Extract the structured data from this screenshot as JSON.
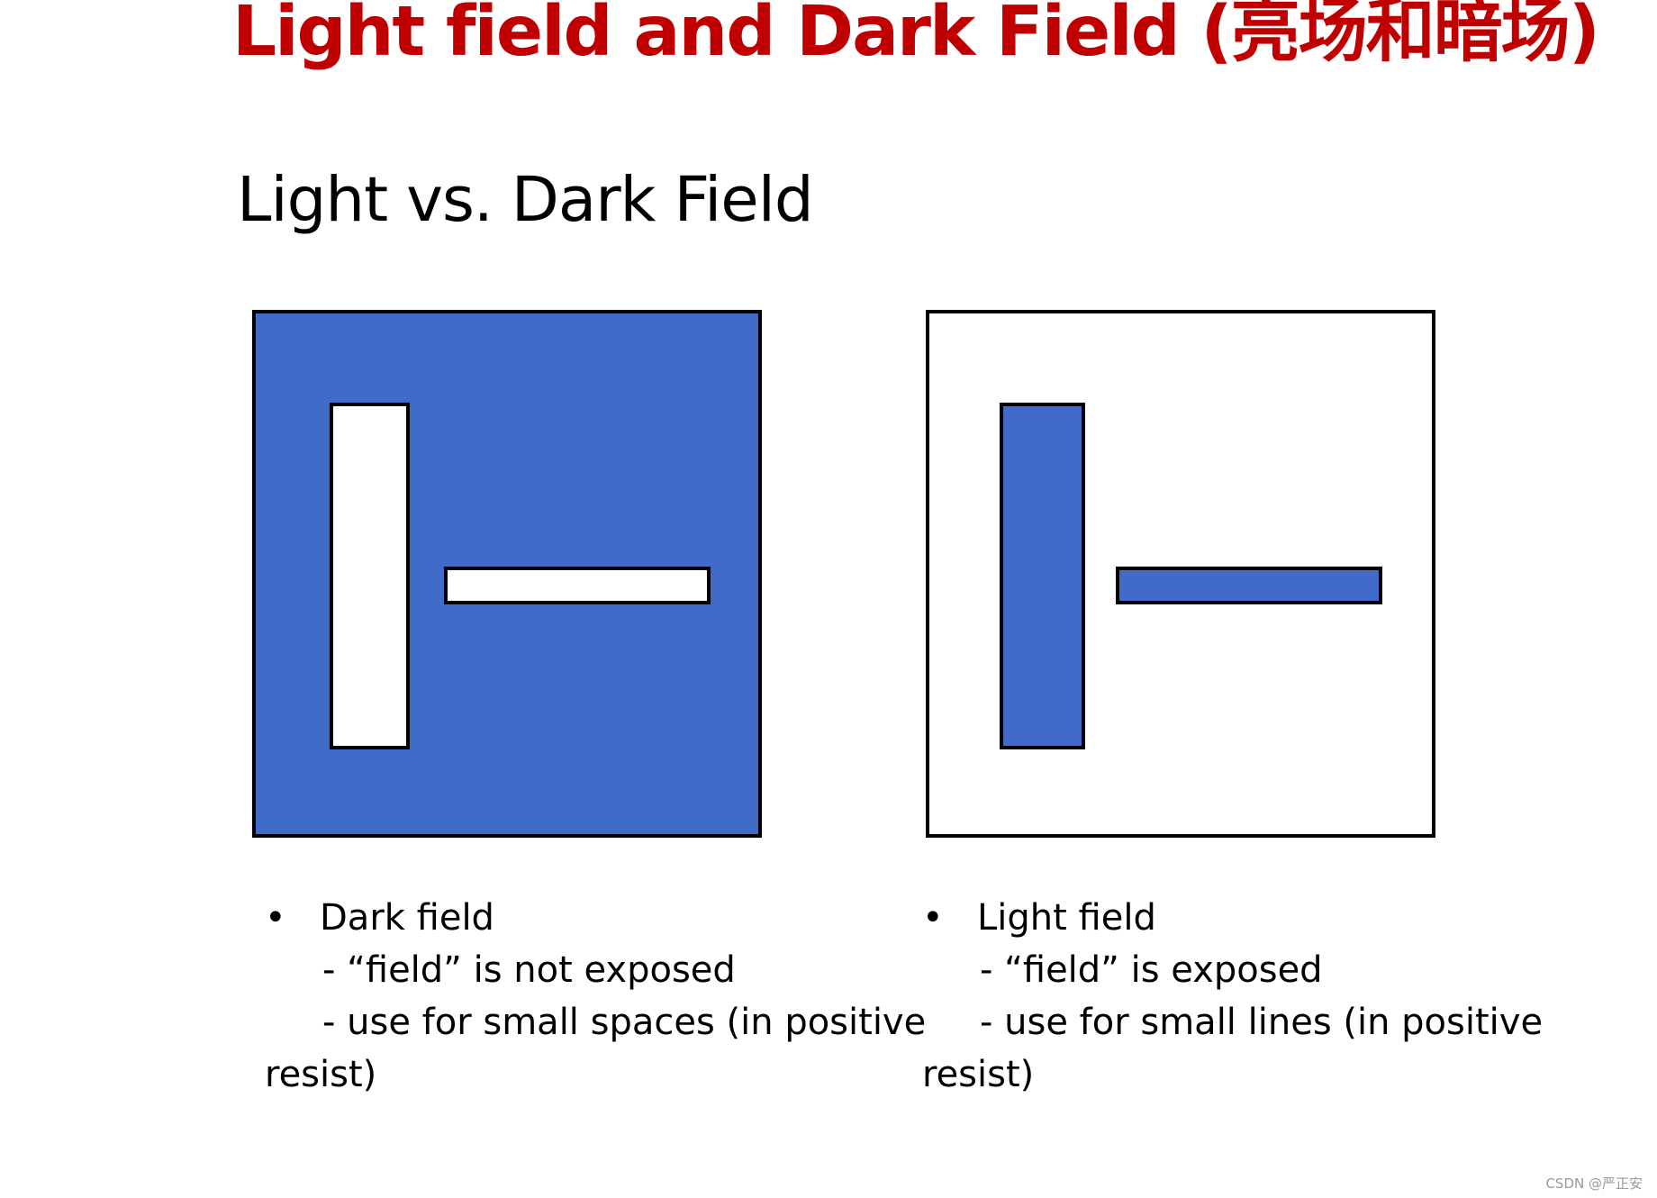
{
  "slide": {
    "title": "Light field and Dark Field (亮场和暗场)",
    "subtitle": "Light vs. Dark Field"
  },
  "colors": {
    "title": "#c00000",
    "blue": "#416bcb",
    "white": "#ffffff",
    "border": "#000000"
  },
  "panels": {
    "dark": {
      "field_fill": "blue",
      "pattern_fill": "white"
    },
    "light": {
      "field_fill": "white",
      "pattern_fill": "blue"
    }
  },
  "left_text": {
    "bullet": "•",
    "heading": "Dark field",
    "line1": "- “field” is not exposed",
    "line2": "- use for small spaces (in positive",
    "line3": "resist)"
  },
  "right_text": {
    "bullet": "•",
    "heading": "Light field",
    "line1": "- “field” is exposed",
    "line2": "- use for small lines (in positive",
    "line3": "resist)"
  },
  "watermark": "CSDN @严正安"
}
